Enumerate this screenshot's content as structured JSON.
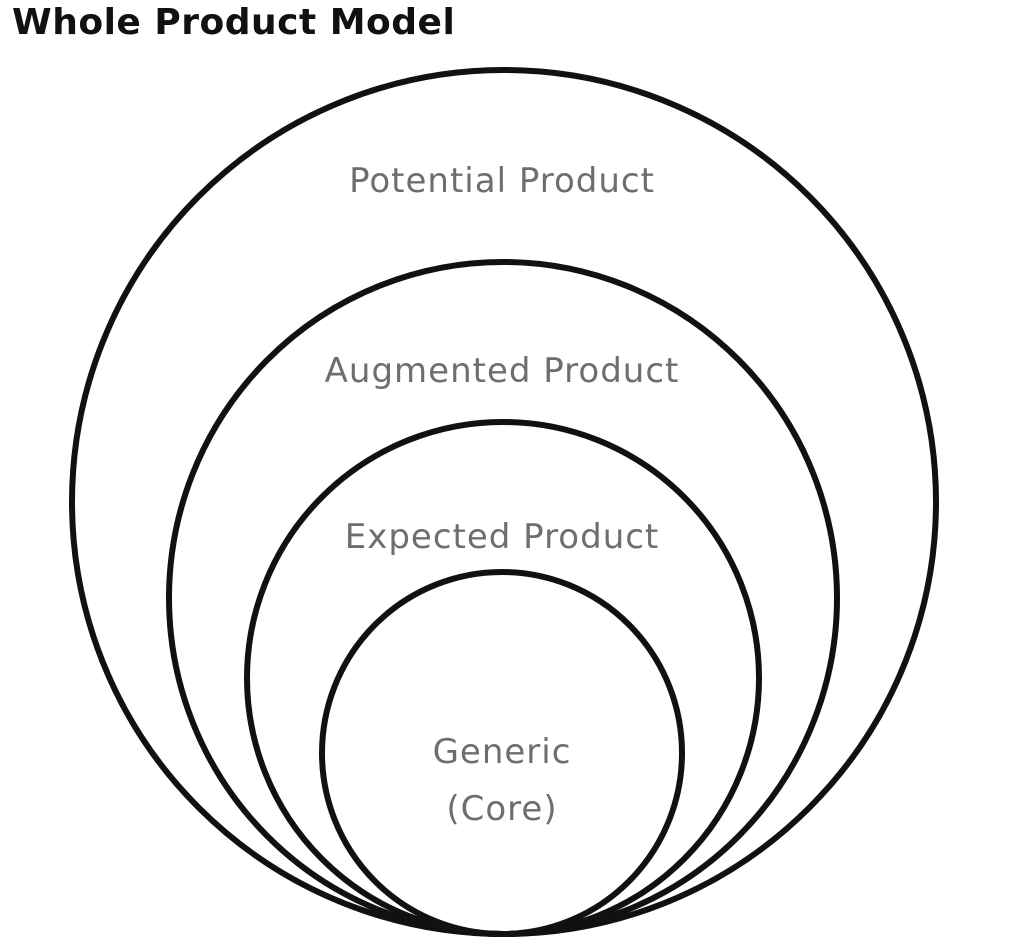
{
  "title": "Whole Product Model",
  "rings": {
    "potential": {
      "label": "Potential Product"
    },
    "augmented": {
      "label": "Augmented Product"
    },
    "expected": {
      "label": "Expected Product"
    },
    "generic": {
      "label_line1": "Generic",
      "label_line2": "(Core)"
    }
  },
  "colors": {
    "stroke": "#111111",
    "label_text": "#6e6e6e",
    "title_text": "#111111",
    "background": "#ffffff"
  }
}
